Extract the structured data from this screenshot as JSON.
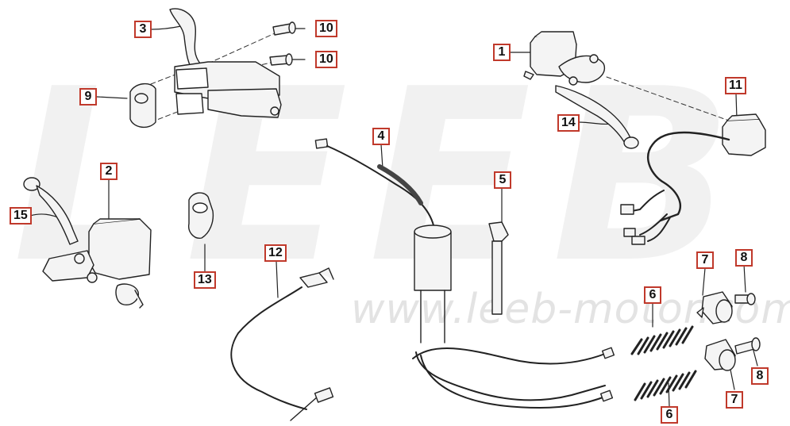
{
  "watermark": {
    "letters": "LEEB",
    "url": "www.leeb-motor.com"
  },
  "callouts": {
    "c1": "1",
    "c2": "2",
    "c3": "3",
    "c4": "4",
    "c5": "5",
    "c6a": "6",
    "c6b": "6",
    "c7a": "7",
    "c7b": "7",
    "c8a": "8",
    "c8b": "8",
    "c9": "9",
    "c10a": "10",
    "c10b": "10",
    "c11": "11",
    "c12": "12",
    "c13": "13",
    "c14": "14",
    "c15": "15"
  },
  "colors": {
    "callout_border": "#c0392b",
    "line": "#222222",
    "part_fill": "#f4f4f4"
  }
}
